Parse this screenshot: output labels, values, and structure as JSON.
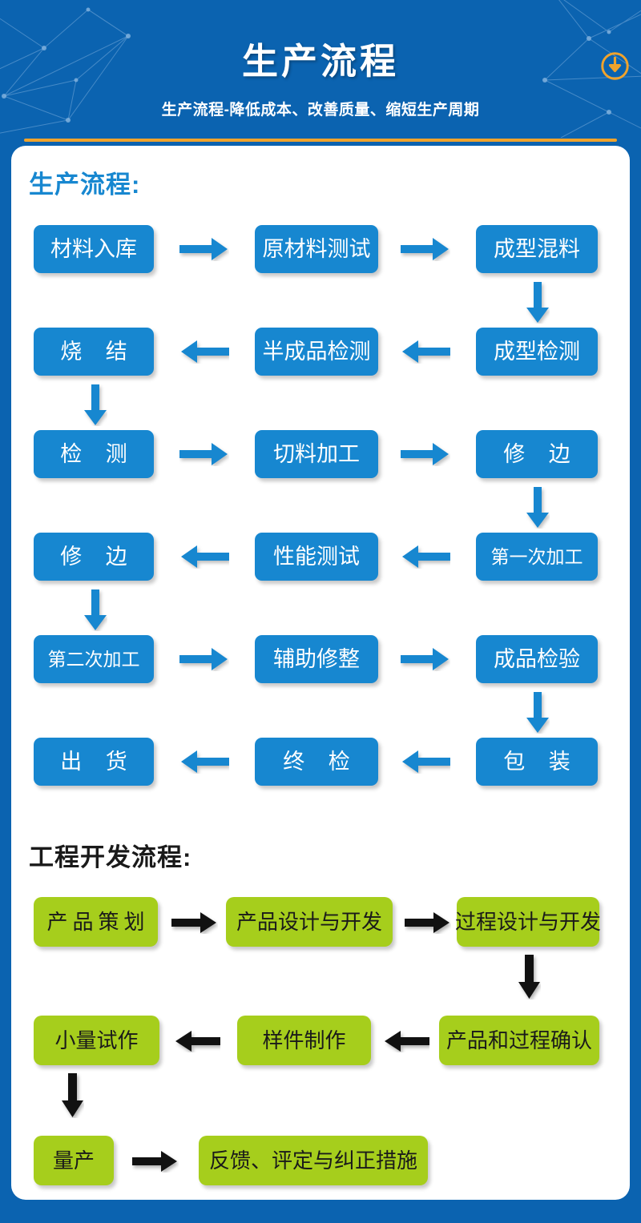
{
  "header": {
    "title": "生产流程",
    "subtitle": "生产流程-降低成本、改善质量、缩短生产周期",
    "download_icon": "download-circle-icon",
    "bg_color": "#0b63b0",
    "rule_color": "#f0a32c",
    "icon_color": "#f0a32c"
  },
  "sections": [
    {
      "heading": "生产流程:",
      "heading_color": "#1787d0",
      "node_color": "#1787d0",
      "node_text_color": "#ffffff",
      "arrow_color": "#1787d0",
      "nodes": [
        {
          "label": "材料入库"
        },
        {
          "label": "原材料测试"
        },
        {
          "label": "成型混料"
        },
        {
          "label": "成型检测"
        },
        {
          "label": "半成品检测"
        },
        {
          "label": "烧  结"
        },
        {
          "label": "检  测"
        },
        {
          "label": "切料加工"
        },
        {
          "label": "修  边"
        },
        {
          "label": "第一次加工"
        },
        {
          "label": "性能测试"
        },
        {
          "label": "修  边"
        },
        {
          "label": "第二次加工"
        },
        {
          "label": "辅助修整"
        },
        {
          "label": "成品检验"
        },
        {
          "label": "包  装"
        },
        {
          "label": "终  检"
        },
        {
          "label": "出  货"
        }
      ]
    },
    {
      "heading": "工程开发流程:",
      "heading_color": "#1a1a1a",
      "node_color": "#a6ce1c",
      "node_text_color": "#1a1a1a",
      "arrow_color": "#111111",
      "nodes": [
        {
          "label": "产品策划"
        },
        {
          "label": "产品设计与开发"
        },
        {
          "label": "过程设计与开发"
        },
        {
          "label": "产品和过程确认"
        },
        {
          "label": "样件制作"
        },
        {
          "label": "小量试作"
        },
        {
          "label": "量产"
        },
        {
          "label": "反馈、评定与纠正措施"
        }
      ]
    }
  ]
}
